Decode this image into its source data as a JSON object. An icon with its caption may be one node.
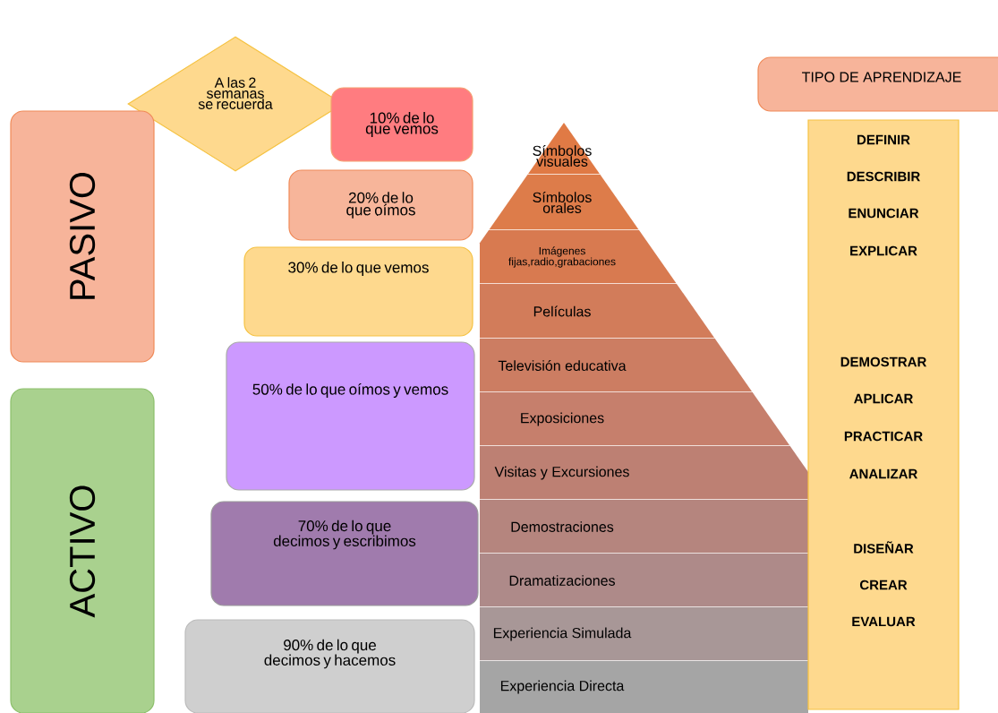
{
  "diagram": {
    "nodes": [
      {
        "text": [
          "A las 2 semanas se recuerda"
        ]
      },
      {
        "text": [
          "PASIVO"
        ]
      },
      {
        "text": [
          "ACTIVO"
        ]
      },
      {
        "text": [
          "10% de lo que vemos"
        ]
      },
      {
        "text": [
          "20% de lo que oímos"
        ]
      },
      {
        "text": [
          "30% de lo que vemos"
        ]
      },
      {
        "text": [
          "50% de lo que oímos y vemos"
        ]
      },
      {
        "text": [
          "70% de lo que decimos y escribimos"
        ]
      },
      {
        "text": [
          "90% de lo que decimos y hacemos"
        ]
      },
      {
        "text": [
          "Símbolos visuales"
        ]
      },
      {
        "text": [
          "Símbolos orales"
        ]
      },
      {
        "text": [
          "Imágenes fijas,radio,grabaciones"
        ]
      },
      {
        "text": [
          "Películas"
        ]
      },
      {
        "text": [
          "Televisión educativa"
        ]
      },
      {
        "text": [
          "Exposiciones"
        ]
      },
      {
        "text": [
          "Visitas y Excursiones"
        ]
      },
      {
        "text": [
          "Demostraciones"
        ]
      },
      {
        "text": [
          "Dramatizaciones"
        ]
      },
      {
        "text": [
          "Experiencia Simulada"
        ]
      },
      {
        "text": [
          "Experiencia Directa"
        ]
      },
      {
        "text": [
          "TIPO DE APRENDIZAJE"
        ]
      },
      {
        "text": [
          "DEFINIR",
          "DESCRIBIR",
          "ENUNCIAR",
          "EXPLICAR",
          "DEMOSTRAR",
          "APLICAR",
          "PRACTICAR",
          "ANALIZAR",
          "DISEÑAR",
          "CREAR",
          "EVALUAR"
        ]
      }
    ]
  }
}
